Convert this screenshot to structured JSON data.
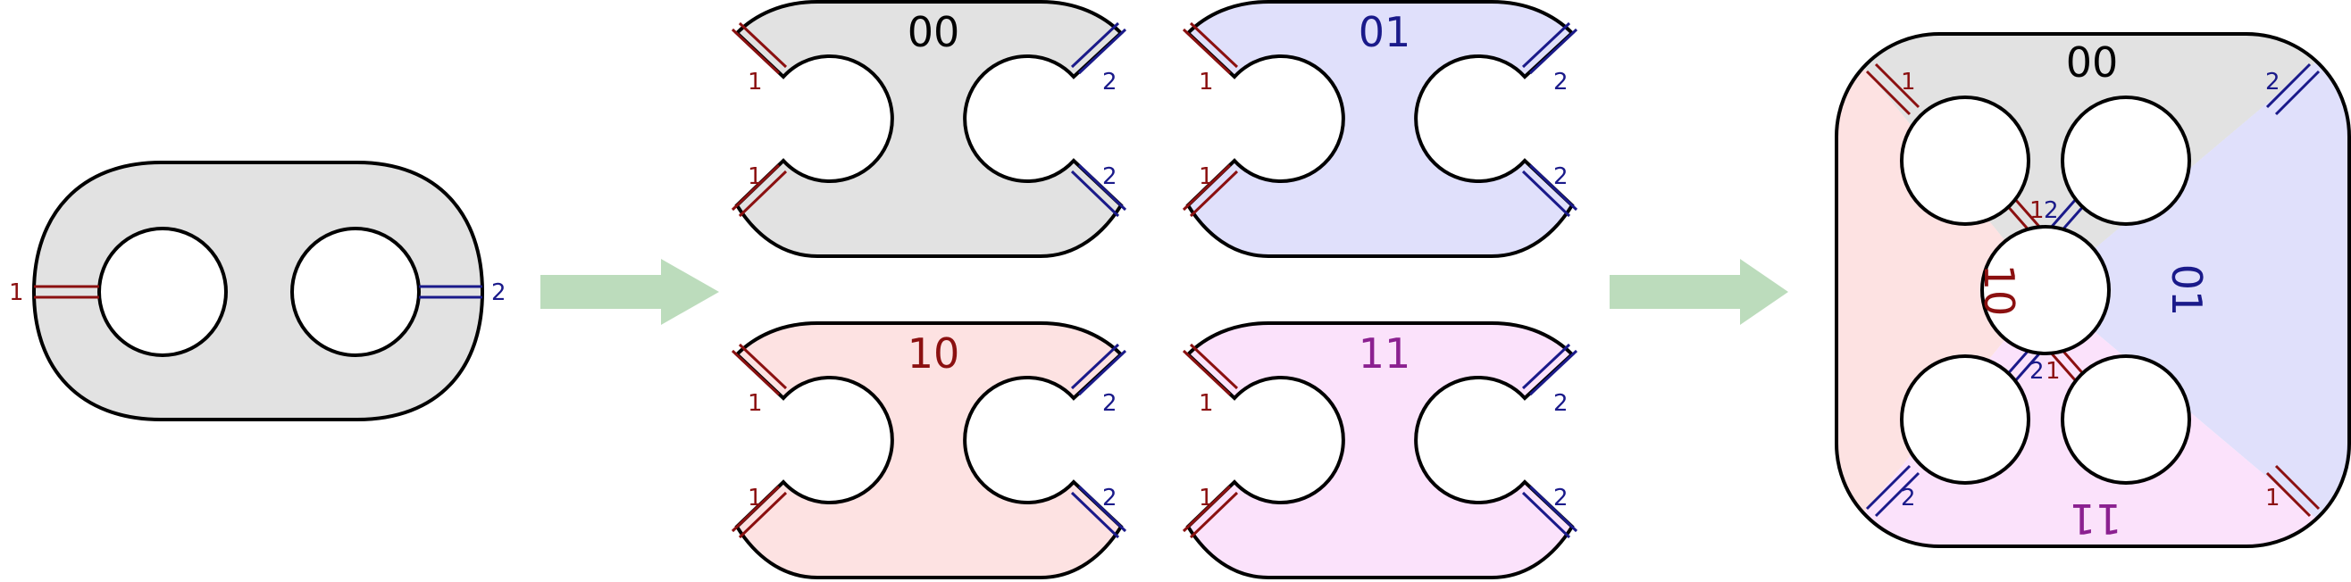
{
  "colors": {
    "red": "#8b1010",
    "blue": "#1a1a8a",
    "purple": "#8b2090",
    "fill_00": "#e2e2e2",
    "fill_01": "#e0e0fb",
    "fill_10": "#fde2e2",
    "fill_11": "#fbe2fb",
    "arrow": "#bcdcbc"
  },
  "source": {
    "left_label": "1",
    "right_label": "2"
  },
  "pieces": [
    {
      "key": "p00",
      "title": "00",
      "l_top": "1",
      "l_bot": "1",
      "r_top": "2",
      "r_bot": "2"
    },
    {
      "key": "p01",
      "title": "01",
      "l_top": "1",
      "l_bot": "1",
      "r_top": "2",
      "r_bot": "2"
    },
    {
      "key": "p10",
      "title": "10",
      "l_top": "1",
      "l_bot": "1",
      "r_top": "2",
      "r_bot": "2"
    },
    {
      "key": "p11",
      "title": "11",
      "l_top": "1",
      "l_bot": "1",
      "r_top": "2",
      "r_bot": "2"
    }
  ],
  "result": {
    "label_top": "00",
    "label_left": "10",
    "label_right": "01",
    "label_bottom": "11",
    "gluing_labels": [
      "1",
      "2",
      "1",
      "2",
      "2",
      "1",
      "2",
      "1"
    ]
  }
}
